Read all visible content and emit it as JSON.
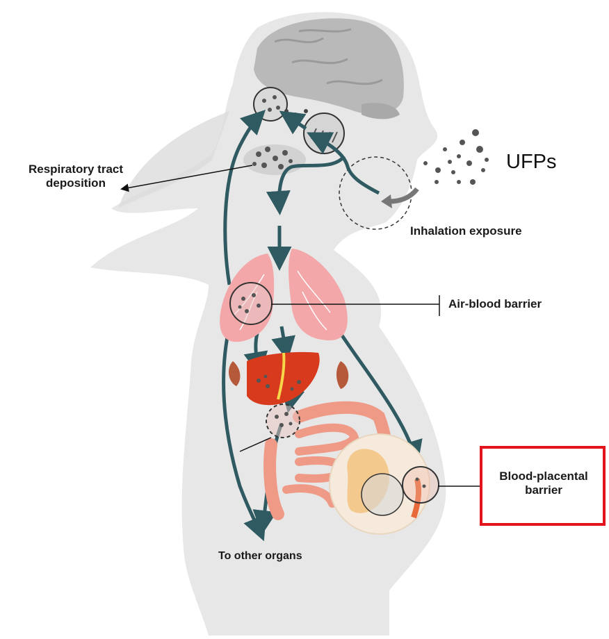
{
  "labels": {
    "respiratory_tract": "Respiratory tract deposition",
    "ufps": "UFPs",
    "inhalation": "Inhalation exposure",
    "air_blood": "Air-blood barrier",
    "other_organs": "To other organs",
    "blood_placental": "Blood-placental barrier"
  },
  "colors": {
    "silhouette": "#e6e6e6",
    "brain": "#b9b9b9",
    "pathway_arrow": "#2f5a61",
    "lungs": "#f3a7a9",
    "liver": "#d73a1c",
    "intestine": "#ef9a86",
    "placenta_circle": "#f6eadc",
    "highlight_box": "#e3141b",
    "particle": "#555555"
  }
}
